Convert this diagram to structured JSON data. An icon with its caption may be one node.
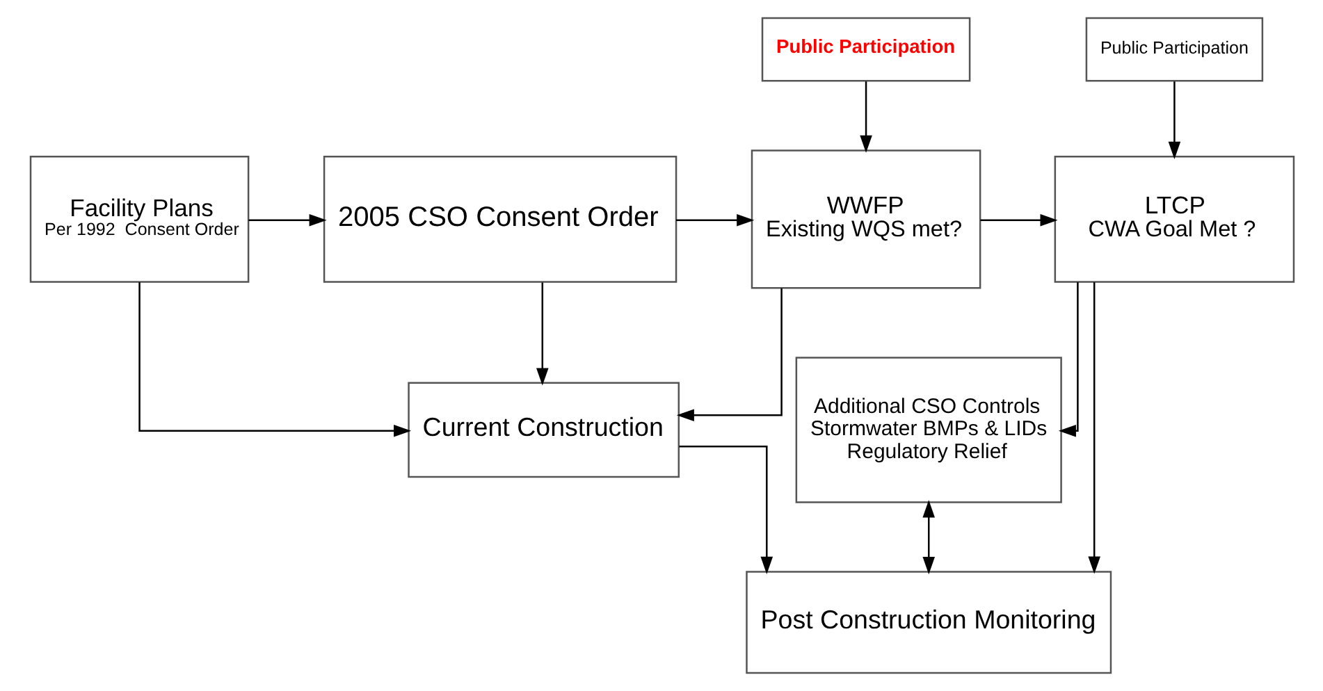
{
  "diagram": {
    "nodes": [
      {
        "text": [
          "Facility Plans",
          "Per 1992  Consent Order"
        ]
      },
      {
        "text": [
          "2005 CSO Consent Order"
        ]
      },
      {
        "text": [
          "WWFP",
          "Existing WQS met?"
        ]
      },
      {
        "text": [
          "LTCP",
          "CWA Goal Met ?"
        ]
      },
      {
        "text": [
          "Public Participation"
        ]
      },
      {
        "text": [
          "Public Participation"
        ]
      },
      {
        "text": [
          "Current Construction"
        ]
      },
      {
        "text": [
          "Additional CSO Controls",
          "Stormwater BMPs & LIDs",
          "Regulatory Relief"
        ]
      },
      {
        "text": [
          "Post Construction Monitoring"
        ]
      }
    ],
    "edges": [
      {
        "from": 0,
        "to": 1,
        "arrow": "to"
      },
      {
        "from": 1,
        "to": 2,
        "arrow": "to"
      },
      {
        "from": 2,
        "to": 3,
        "arrow": "to"
      },
      {
        "from": 4,
        "to": 2,
        "arrow": "to"
      },
      {
        "from": 5,
        "to": 3,
        "arrow": "to"
      },
      {
        "from": 0,
        "to": 6,
        "arrow": "to"
      },
      {
        "from": 1,
        "to": 6,
        "arrow": "to"
      },
      {
        "from": 2,
        "to": 6,
        "arrow": "to"
      },
      {
        "from": 3,
        "to": 7,
        "arrow": "to"
      },
      {
        "from": 3,
        "to": 8,
        "arrow": "to"
      },
      {
        "from": 7,
        "to": 8,
        "arrow": "both"
      },
      {
        "from": 6,
        "to": 8,
        "arrow": "to"
      }
    ]
  }
}
